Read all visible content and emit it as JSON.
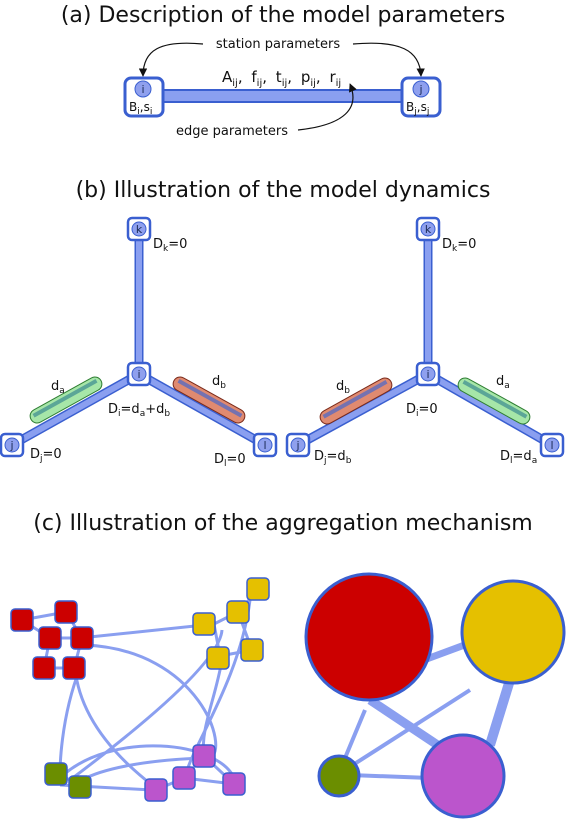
{
  "panels": {
    "a": {
      "title": "(a) Description of the model parameters",
      "station_label": "station parameters",
      "edge_label": "edge parameters",
      "node_i": {
        "letter": "i",
        "params_main": "B",
        "params_sub": "i",
        "params_sep": ",s",
        "params_sub2": "i"
      },
      "node_j": {
        "letter": "j",
        "params_main": "B",
        "params_sub": "j",
        "params_sep": ",s",
        "params_sub2": "j"
      },
      "edge_params": [
        {
          "main": "A",
          "sub": "ij",
          "sep": ","
        },
        {
          "main": "f",
          "sub": "ij",
          "sep": ","
        },
        {
          "main": "t",
          "sub": "ij",
          "sep": ","
        },
        {
          "main": "p",
          "sub": "ij",
          "sep": ","
        },
        {
          "main": "r",
          "sub": "ij",
          "sep": ""
        }
      ]
    },
    "b": {
      "title": "(b) Illustration of the model dynamics",
      "left": {
        "nodes": {
          "k": "k",
          "i": "i",
          "j": "j",
          "l": "l"
        },
        "dk": {
          "main": "D",
          "sub": "k",
          "rest": "=0"
        },
        "di": {
          "main": "D",
          "sub": "i",
          "rest": "=d",
          "sub2": "a",
          "rest2": "+d",
          "sub3": "b"
        },
        "dj": {
          "main": "D",
          "sub": "j",
          "rest": "=0"
        },
        "dl": {
          "main": "D",
          "sub": "l",
          "rest": "=0"
        },
        "train_left": {
          "main": "d",
          "sub": "a"
        },
        "train_right": {
          "main": "d",
          "sub": "b"
        }
      },
      "right": {
        "nodes": {
          "k": "k",
          "i": "i",
          "j": "j",
          "l": "l"
        },
        "dk": {
          "main": "D",
          "sub": "k",
          "rest": "=0"
        },
        "di": {
          "main": "D",
          "sub": "i",
          "rest": "=0"
        },
        "dj": {
          "main": "D",
          "sub": "j",
          "rest": "=d",
          "sub2": "b"
        },
        "dl": {
          "main": "D",
          "sub": "l",
          "rest": "=d",
          "sub2": "a"
        },
        "train_left": {
          "main": "d",
          "sub": "b"
        },
        "train_right": {
          "main": "d",
          "sub": "a"
        }
      }
    },
    "c": {
      "title": "(c) Illustration of the aggregation mechanism",
      "clusters": [
        {
          "name": "red",
          "color": "#cc0000"
        },
        {
          "name": "yellow",
          "color": "#e5c000"
        },
        {
          "name": "green",
          "color": "#6b8e00"
        },
        {
          "name": "magenta",
          "color": "#bb55cc"
        }
      ]
    }
  },
  "colors": {
    "edge": "#8a9ff0",
    "edge_stroke": "#3a5fd0",
    "node_fill": "#8fa0ee",
    "node_box": "#ffffff",
    "node_border": "#3a5fd0"
  }
}
